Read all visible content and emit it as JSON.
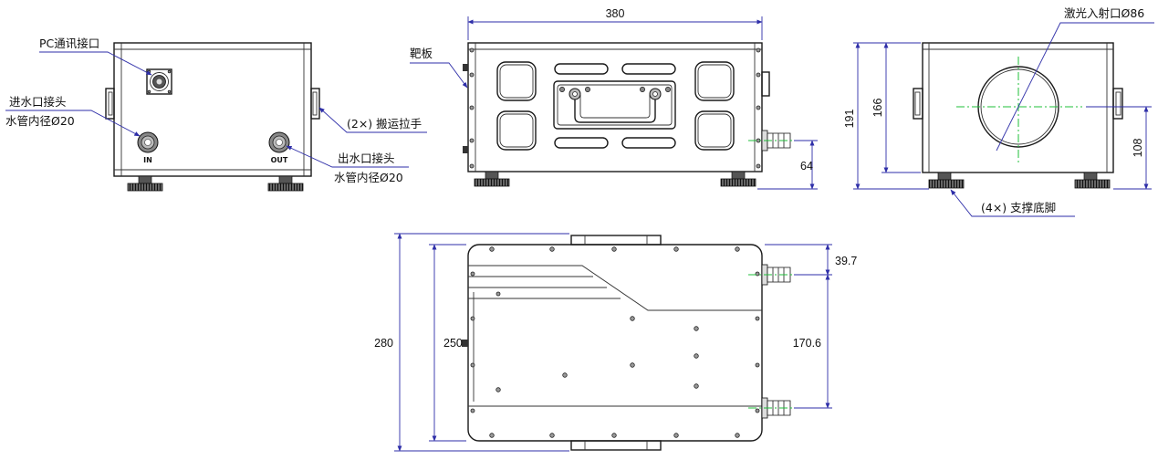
{
  "labels": {
    "pc_port": "PC通讯接口",
    "water_in_title": "进水口接头",
    "water_in_spec": "水管内径Ø20",
    "handle": "(2×) 搬运拉手",
    "water_out_title": "出水口接头",
    "water_out_spec": "水管内径Ø20",
    "target_plate": "靶板",
    "laser_port": "激光入射口Ø86",
    "feet": "(4×) 支撑底脚",
    "in_mark": "IN",
    "out_mark": "OUT"
  },
  "dimensions": {
    "width": "380",
    "height_total": "191",
    "height_body": "166",
    "laser_center_height": "108",
    "inlet_height": "64",
    "depth_total": "280",
    "depth_body": "250",
    "port_offset": "39.7",
    "port_spacing": "170.6"
  }
}
